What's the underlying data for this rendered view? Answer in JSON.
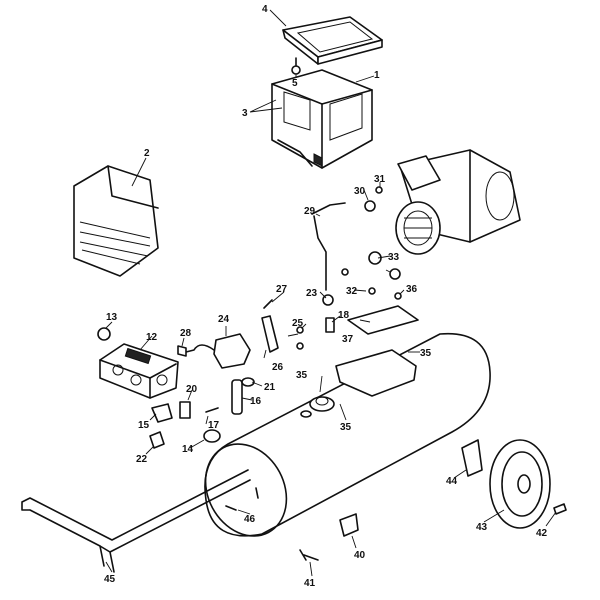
{
  "callouts": {
    "c1": "1",
    "c2": "2",
    "c3": "3",
    "c4": "4",
    "c5": "5",
    "c12": "12",
    "c13": "13",
    "c14": "14",
    "c15": "15",
    "c16": "16",
    "c17": "17",
    "c18": "18",
    "c20": "20",
    "c21": "21",
    "c22": "22",
    "c23": "23",
    "c24": "24",
    "c25": "25",
    "c26": "26",
    "c27": "27",
    "c28": "28",
    "c29": "29",
    "c30": "30",
    "c31": "31",
    "c32": "32",
    "c33": "33",
    "c35a": "35",
    "c35b": "35",
    "c35c": "35",
    "c36": "36",
    "c37": "37",
    "c40": "40",
    "c41": "41",
    "c42": "42",
    "c43": "43",
    "c44": "44",
    "c45": "45",
    "c46": "46"
  }
}
